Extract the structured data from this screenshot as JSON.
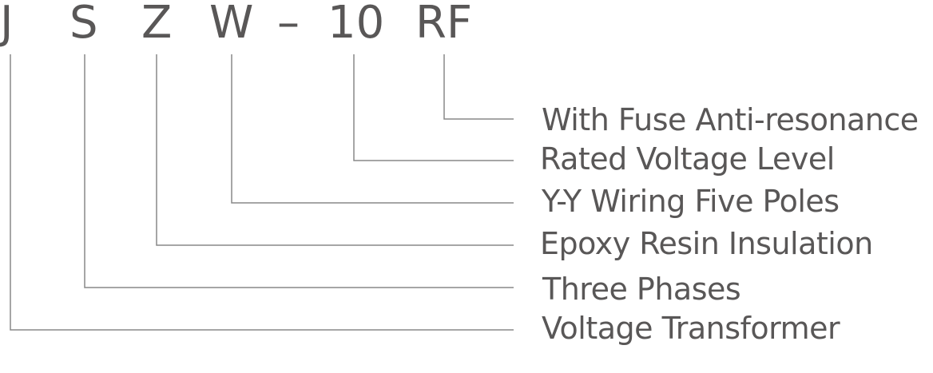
{
  "model_code": {
    "letters": [
      "J",
      "S",
      "Z",
      "W",
      "–",
      "10",
      "RF"
    ]
  },
  "descriptions": {
    "with_fuse": "With Fuse Anti-resonance",
    "rated_voltage": "Rated Voltage Level",
    "wiring": "Y-Y Wiring Five Poles",
    "insulation": "Epoxy Resin Insulation",
    "phases": "Three Phases",
    "type": "Voltage Transformer"
  },
  "colors": {
    "text": "#595757",
    "line": "#888888",
    "background": "#ffffff"
  }
}
